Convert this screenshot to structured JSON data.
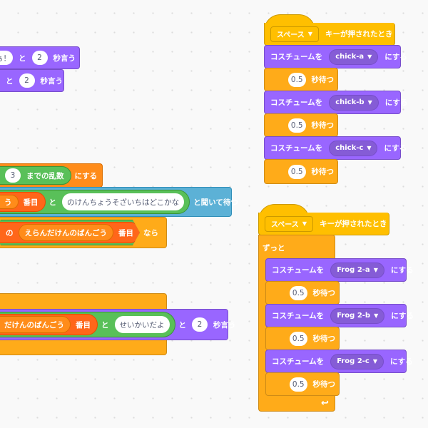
{
  "canvas": {
    "background": "#f9f9f9",
    "colors": {
      "looks": "#9966ff",
      "control": "#ffab19",
      "events": "#ffbf00",
      "sensing": "#5cb1d6",
      "operators": "#59c059",
      "variables": "#ff8c1a",
      "lists": "#ff661a"
    }
  },
  "left_scripts": {
    "say1": {
      "text_tail": "ぁ！",
      "and": "と",
      "secs": "2",
      "verb": "秒言う"
    },
    "say2": {
      "and": "と",
      "secs": "2",
      "verb": "秒言う"
    },
    "set_random": {
      "to": "3",
      "random_label": "までの乱数",
      "verb": "にする"
    },
    "ask": {
      "item_tail": "う",
      "index_label": "番目",
      "join": "と",
      "question": "のけんちょうそざいちはどこかな",
      "verb": "と聞いて待つ"
    },
    "if_block": {
      "of": "の",
      "variable": "えらんだけんのばんごう",
      "index_label": "番目",
      "then": "なら"
    },
    "say_correct": {
      "variable_tail": "だけんのばんごう",
      "index_label": "番目",
      "join": "と",
      "message": "せいかいだよ",
      "and": "と",
      "secs": "2",
      "verb": "秒言う"
    }
  },
  "script_chick": {
    "hat": {
      "key": "スペース",
      "label": "キーが押されたとき"
    },
    "steps": [
      {
        "type": "costume",
        "label": "コスチュームを",
        "value": "chick-a",
        "verb": "にする"
      },
      {
        "type": "wait",
        "value": "0.5",
        "label": "秒待つ"
      },
      {
        "type": "costume",
        "label": "コスチュームを",
        "value": "chick-b",
        "verb": "にする"
      },
      {
        "type": "wait",
        "value": "0.5",
        "label": "秒待つ"
      },
      {
        "type": "costume",
        "label": "コスチュームを",
        "value": "chick-c",
        "verb": "にする"
      },
      {
        "type": "wait",
        "value": "0.5",
        "label": "秒待つ"
      }
    ]
  },
  "script_frog": {
    "hat": {
      "key": "スペース",
      "label": "キーが押されたとき"
    },
    "forever_label": "ずっと",
    "loop_icon": "↩",
    "steps": [
      {
        "type": "costume",
        "label": "コスチュームを",
        "value": "Frog 2-a",
        "verb": "にする"
      },
      {
        "type": "wait",
        "value": "0.5",
        "label": "秒待つ"
      },
      {
        "type": "costume",
        "label": "コスチュームを",
        "value": "Frog 2-b",
        "verb": "にする"
      },
      {
        "type": "wait",
        "value": "0.5",
        "label": "秒待つ"
      },
      {
        "type": "costume",
        "label": "コスチュームを",
        "value": "Frog 2-c",
        "verb": "にする"
      },
      {
        "type": "wait",
        "value": "0.5",
        "label": "秒待つ"
      }
    ]
  }
}
